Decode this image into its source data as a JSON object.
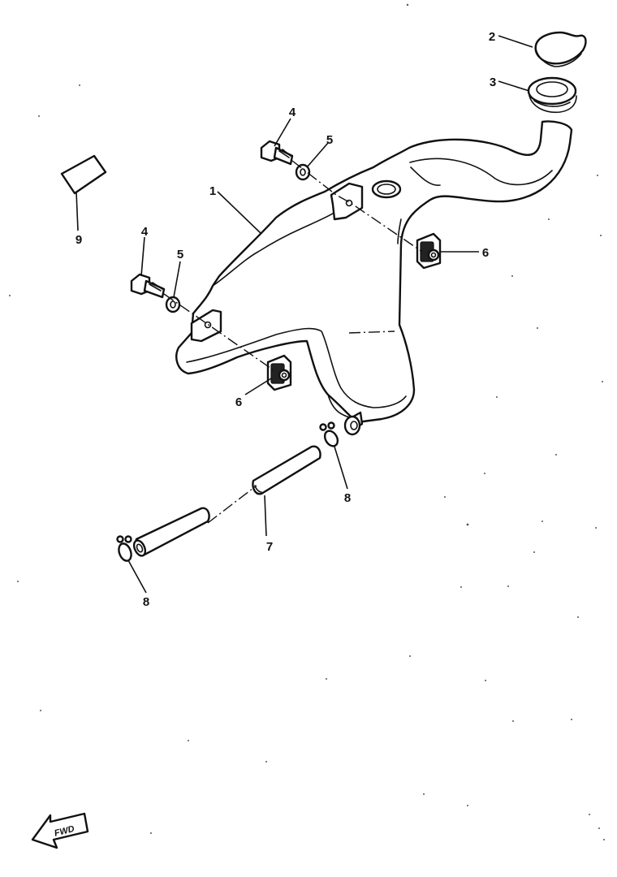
{
  "diagram": {
    "callouts": [
      {
        "id": "c1",
        "label": "1"
      },
      {
        "id": "c2",
        "label": "2"
      },
      {
        "id": "c3",
        "label": "3"
      },
      {
        "id": "c4a",
        "label": "4"
      },
      {
        "id": "c4b",
        "label": "4"
      },
      {
        "id": "c5a",
        "label": "5"
      },
      {
        "id": "c5b",
        "label": "5"
      },
      {
        "id": "c6a",
        "label": "6"
      },
      {
        "id": "c6b",
        "label": "6"
      },
      {
        "id": "c7",
        "label": "7"
      },
      {
        "id": "c8a",
        "label": "8"
      },
      {
        "id": "c8b",
        "label": "8"
      },
      {
        "id": "c9",
        "label": "9"
      }
    ],
    "direction_badge": "FWD"
  }
}
